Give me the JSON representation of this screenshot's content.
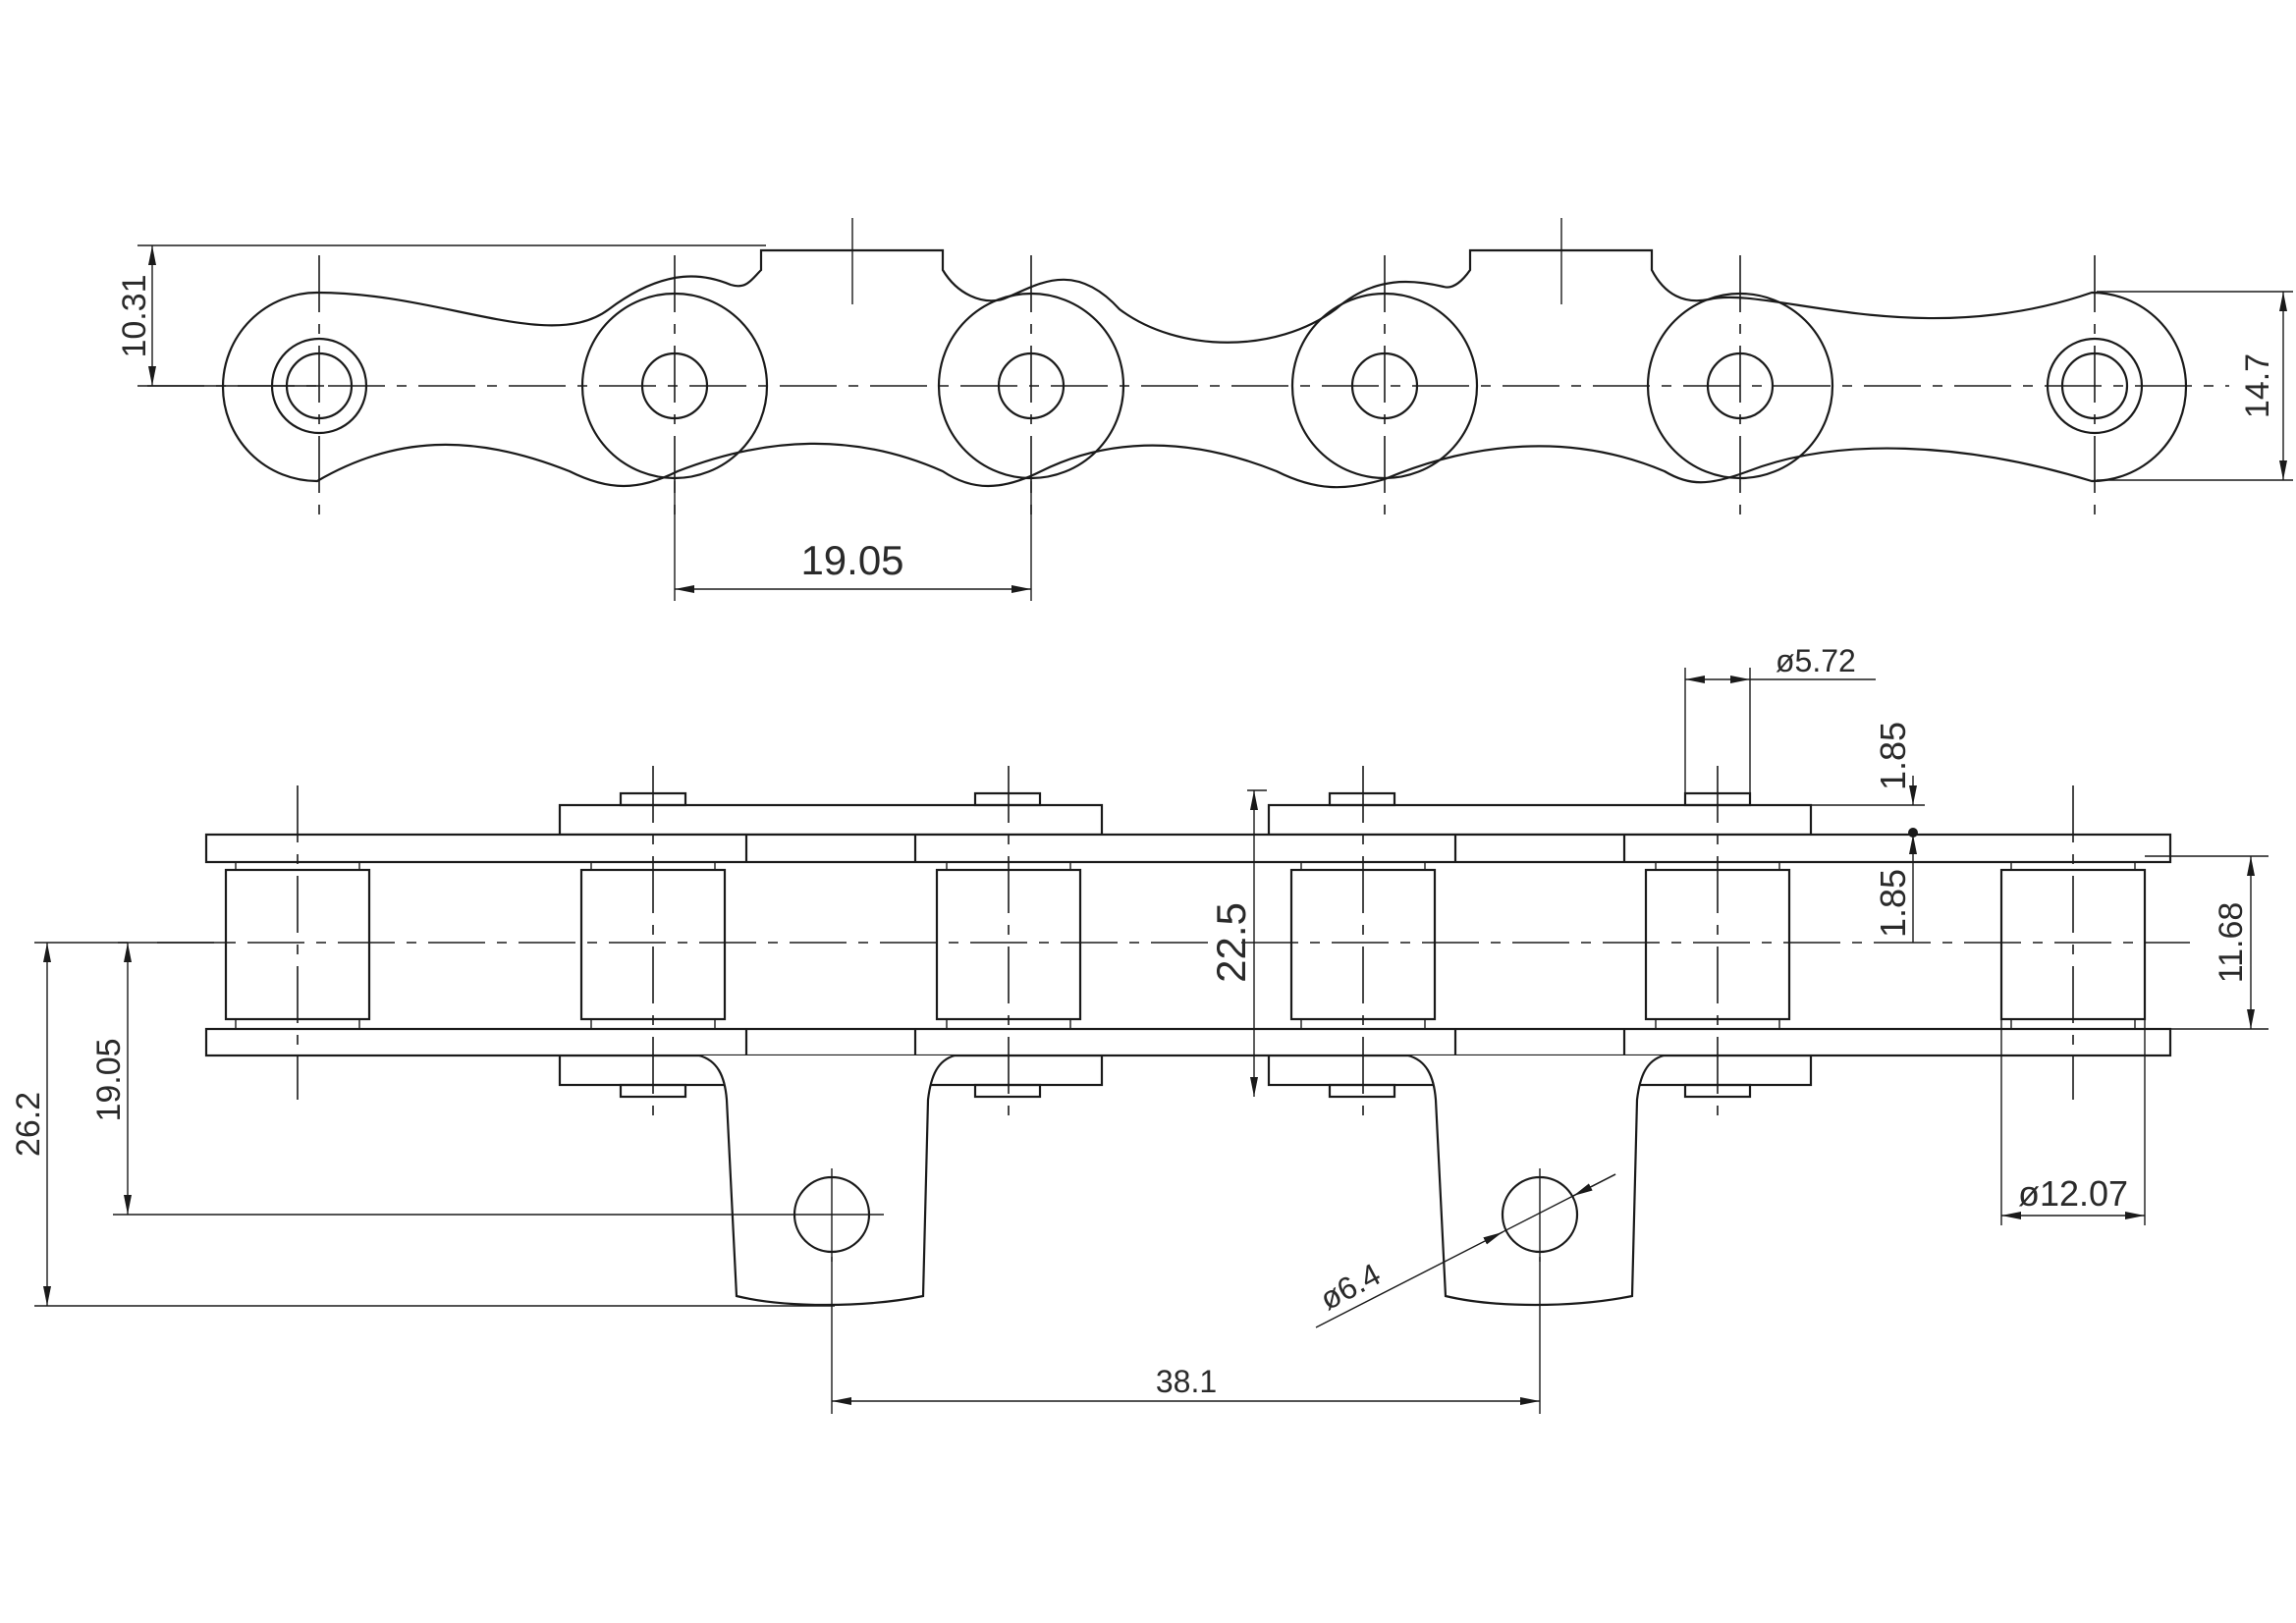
{
  "drawing": {
    "colors": {
      "line": "#1a1a1a",
      "text": "#2a2a2a",
      "background": "#ffffff"
    },
    "top_view": {
      "dim_pitch": "19.05",
      "dim_height_left": "10.31",
      "dim_height_right": "14.7"
    },
    "bottom_view": {
      "dim_pin_dia": "ø5.72",
      "dim_offset_a": "1.85",
      "dim_offset_b": "1.85",
      "dim_width": "22.5",
      "dim_inner": "11.68",
      "dim_roller_dia": "ø12.07",
      "dim_hole_dia": "ø6.4",
      "dim_hole_pitch": "38.1",
      "dim_hole_height": "19.05",
      "dim_total_height": "26.2"
    }
  }
}
